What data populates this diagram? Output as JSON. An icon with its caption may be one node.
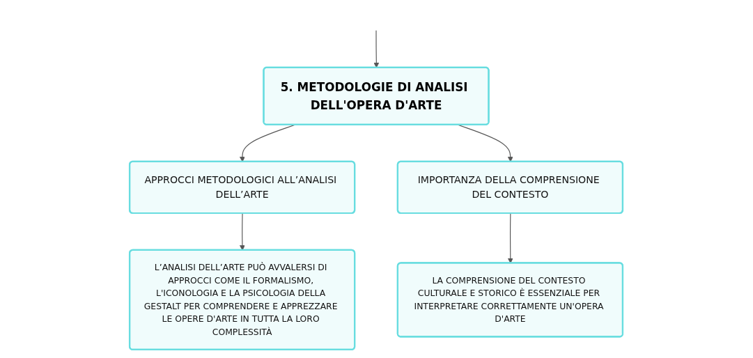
{
  "diagram": {
    "nodes": [
      {
        "text": [
          "5. METODOLOGIE DI ANALISI DELL'OPERA D'ARTE"
        ]
      },
      {
        "text": [
          "APPROCCI METODOLOGICI ALL’ANALISI DELL’ARTE"
        ]
      },
      {
        "text": [
          "IMPORTANZA DELLA COMPRENSIONE DEL CONTESTO"
        ]
      },
      {
        "text": [
          "L’ANALISI DELL’ARTE PUÒ AVVALERSI DI APPROCCI COME IL FORMALISMO, L'ICONOLOGIA E LA PSICOLOGIA DELLA GESTALT PER COMPRENDERE E APPREZZARE LE OPERE D'ARTE IN TUTTA LA LORO COMPLESSITÀ"
        ]
      },
      {
        "text": [
          "LA COMPRENSIONE DEL CONTESTO CULTURALE E STORICO È ESSENZIALE PER INTERPRETARE CORRETTAMENTE UN'OPERA D'ARTE"
        ]
      }
    ],
    "edges": [
      {
        "from": null,
        "to": 0,
        "arrow": "to"
      },
      {
        "from": 0,
        "to": 1,
        "arrow": "to"
      },
      {
        "from": 0,
        "to": 2,
        "arrow": "to"
      },
      {
        "from": 1,
        "to": 3,
        "arrow": "to"
      },
      {
        "from": 2,
        "to": 4,
        "arrow": "to"
      }
    ]
  }
}
